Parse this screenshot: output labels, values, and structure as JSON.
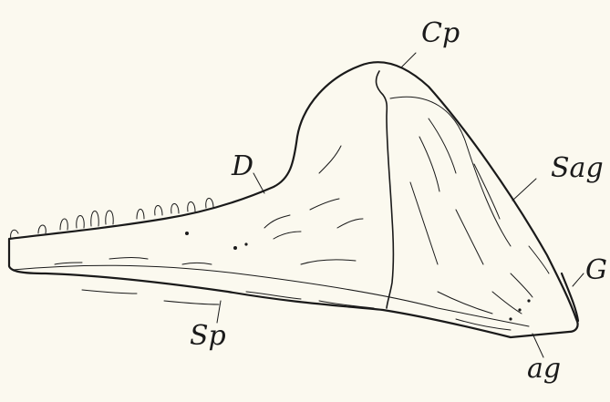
{
  "figure": {
    "labels": {
      "cp": "Cp",
      "d": "D",
      "sag": "Sag",
      "g": "G",
      "sp": "Sp",
      "ag": "ag"
    }
  },
  "colors": {
    "paper": "#fbf9ef",
    "ink": "#1a1a1a"
  }
}
